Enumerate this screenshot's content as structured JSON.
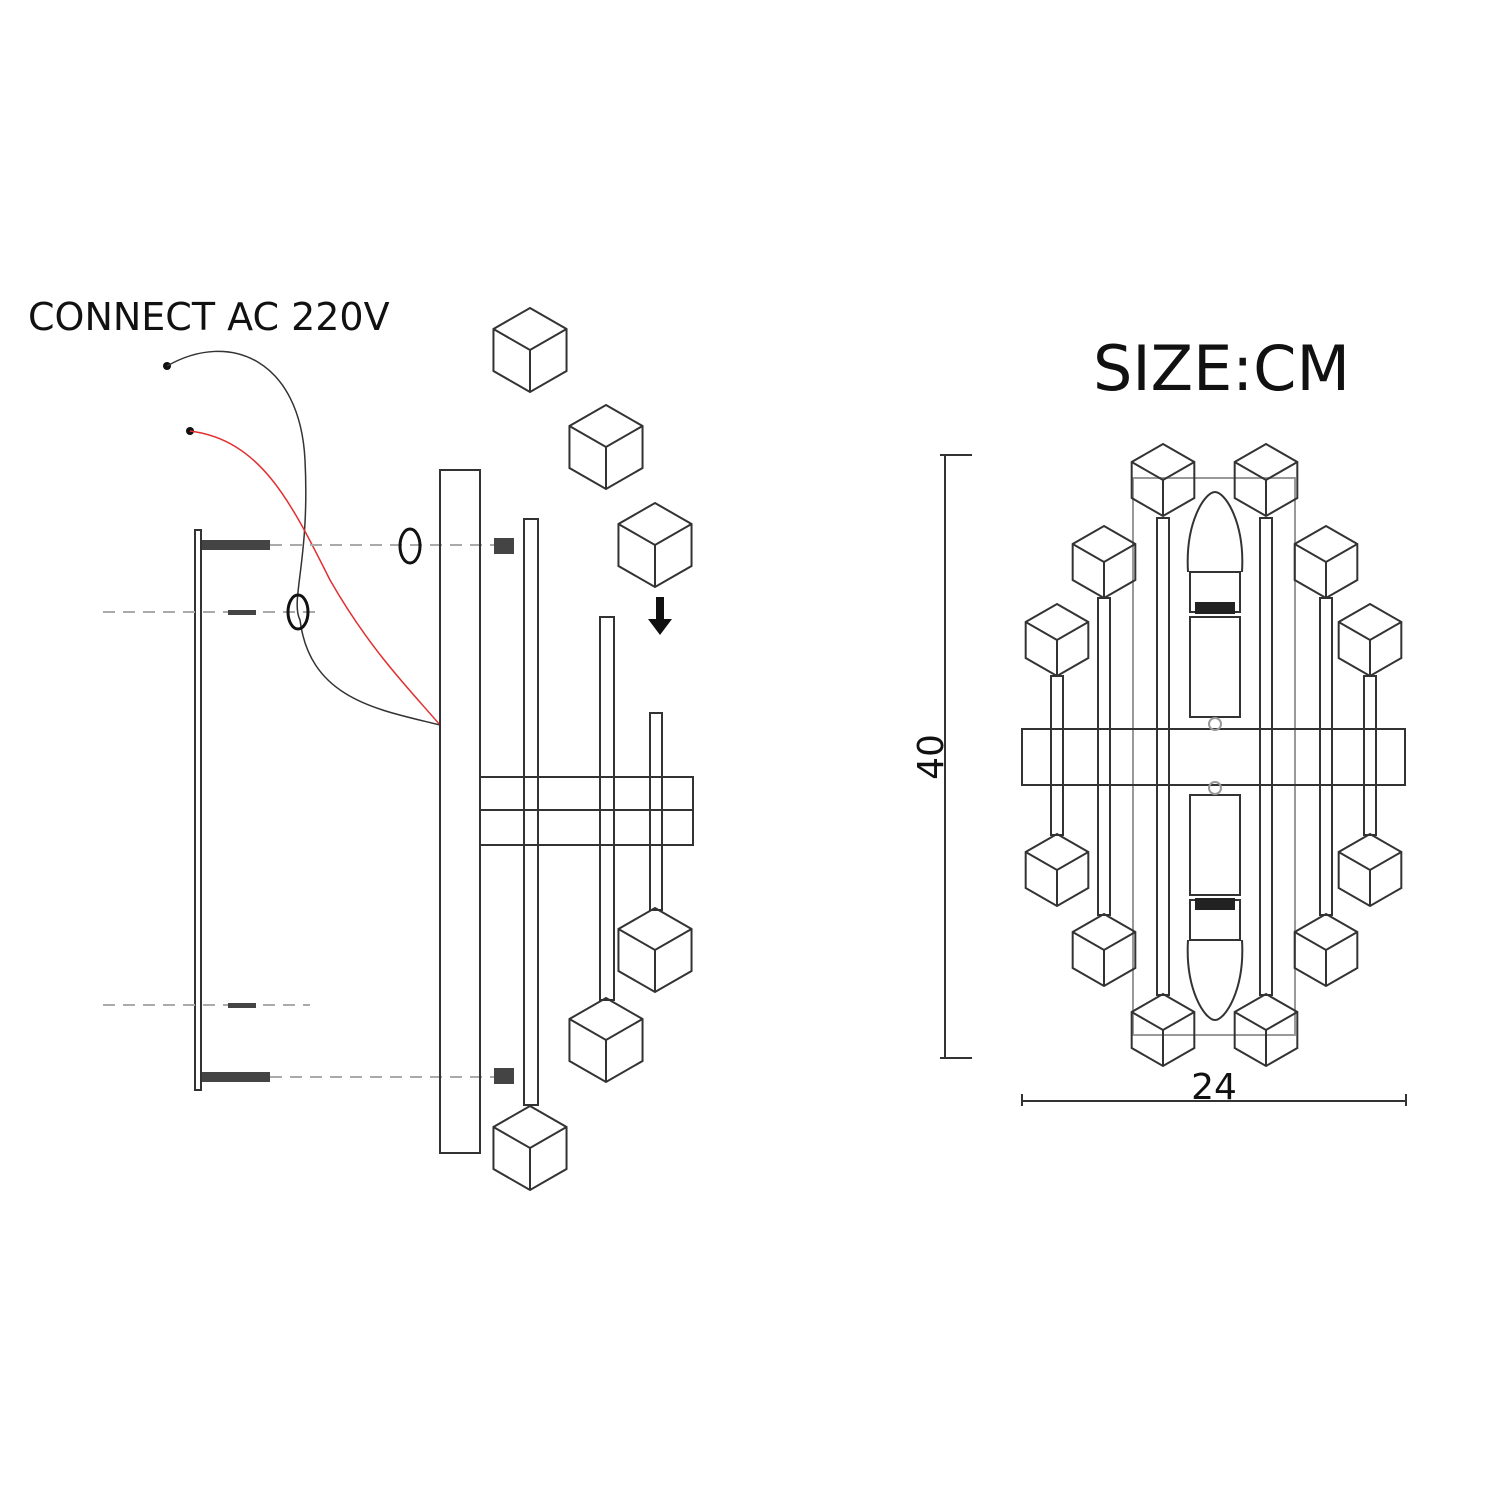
{
  "labels": {
    "connect": "CONNECT AC 220V",
    "size_unit": "SIZE:CM",
    "height_dim": "40",
    "width_dim": "24"
  },
  "colors": {
    "line": "#333333",
    "live_wire": "#e03030",
    "neutral_wire": "#333333"
  }
}
